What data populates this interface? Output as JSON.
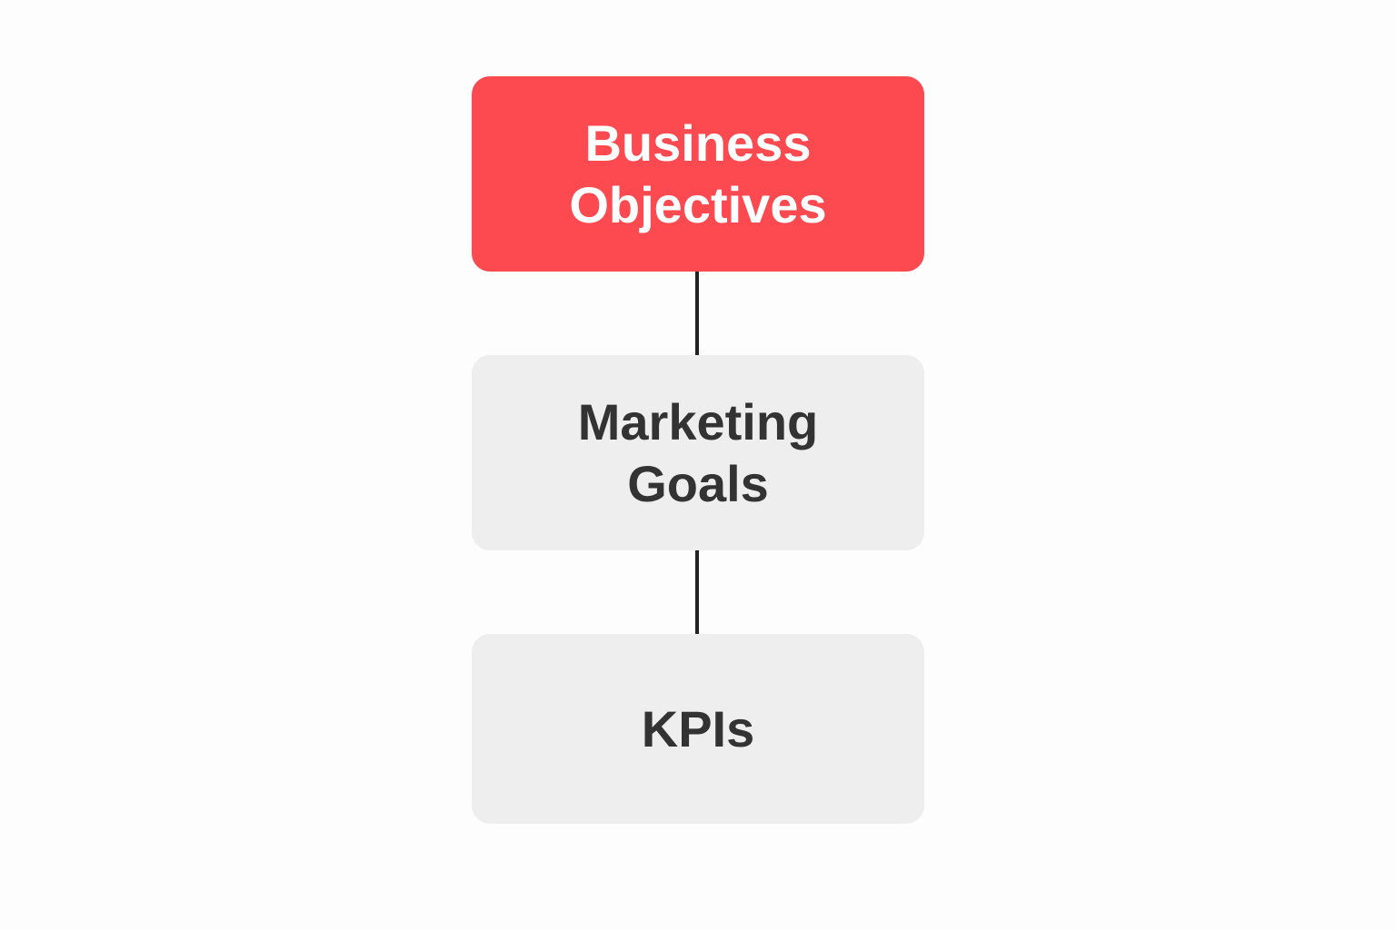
{
  "colors": {
    "background": "#fdfdfd",
    "accent": "#fc4a50",
    "accent_text": "#ffffff",
    "neutral_box": "#eeeeee",
    "neutral_text": "#333333",
    "connector": "#222222"
  },
  "nodes": [
    {
      "id": "business-objectives",
      "lines": [
        "Business",
        "Objectives"
      ],
      "style": "accent"
    },
    {
      "id": "marketing-goals",
      "lines": [
        "Marketing",
        "Goals"
      ],
      "style": "neutral"
    },
    {
      "id": "kpis",
      "lines": [
        "KPIs"
      ],
      "style": "neutral"
    }
  ],
  "edges": [
    {
      "from": "business-objectives",
      "to": "marketing-goals"
    },
    {
      "from": "marketing-goals",
      "to": "kpis"
    }
  ]
}
